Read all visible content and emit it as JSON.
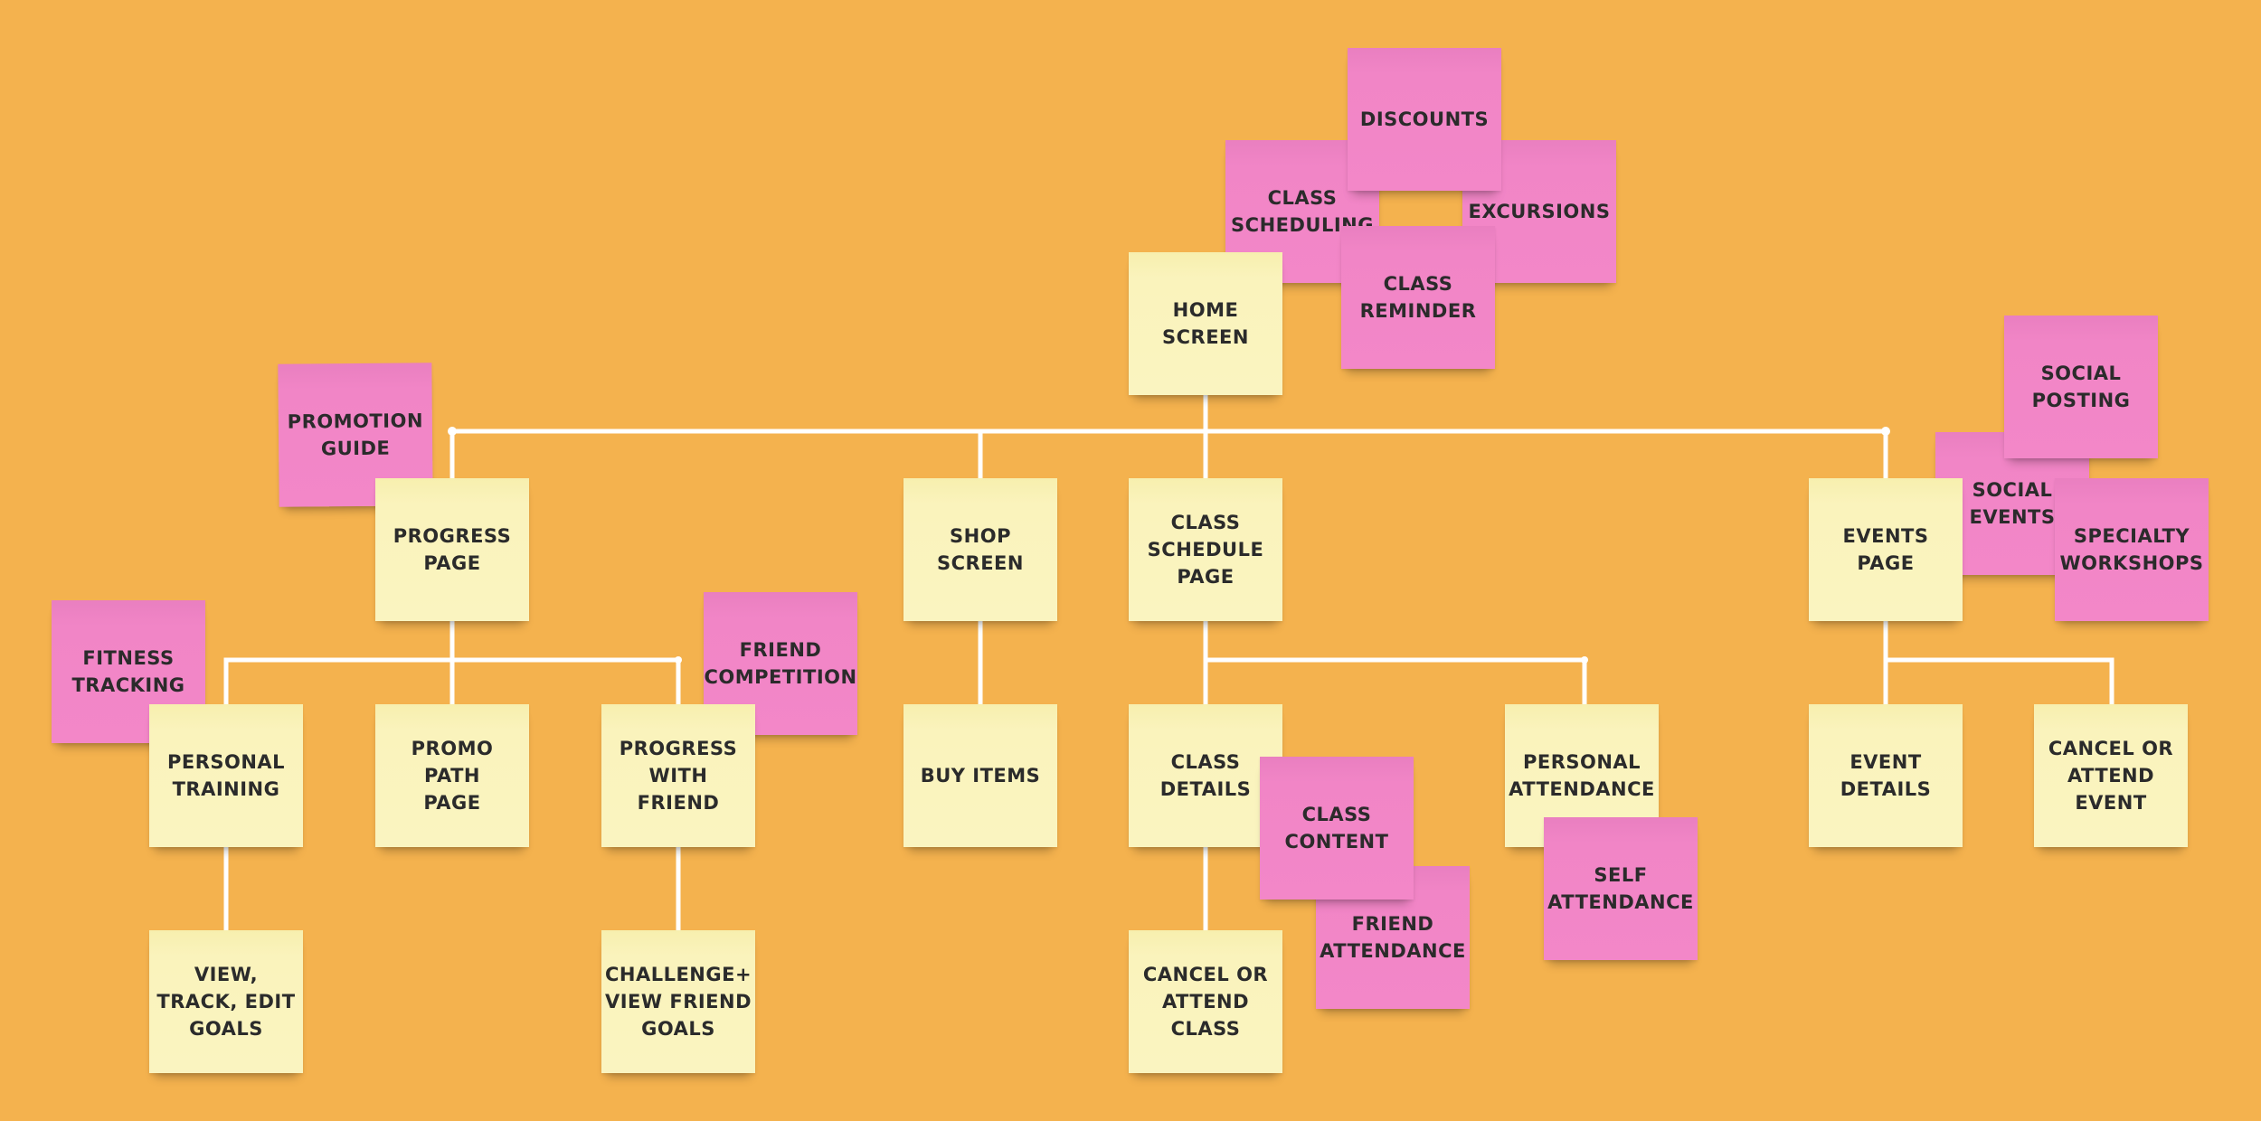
{
  "board": {
    "background_color": "#F4B24E",
    "line_color": "#FFFFFF",
    "yellow_note_color": "#FAF3BC",
    "pink_note_color": "#F387C8"
  },
  "notes": {
    "discounts": {
      "text": "DISCOUNTS",
      "color": "pink"
    },
    "class_scheduling": {
      "text": "CLASS\nSCHEDULING",
      "color": "pink"
    },
    "excursions": {
      "text": "EXCURSIONS",
      "color": "pink"
    },
    "class_reminder": {
      "text": "CLASS\nREMINDER",
      "color": "pink"
    },
    "home_screen": {
      "text": "HOME\nSCREEN",
      "color": "yellow"
    },
    "promotion_guide": {
      "text": "PROMOTION\nGUIDE",
      "color": "pink"
    },
    "progress_page": {
      "text": "PROGRESS\nPAGE",
      "color": "yellow"
    },
    "shop_screen": {
      "text": "SHOP SCREEN",
      "color": "yellow"
    },
    "class_schedule_page": {
      "text": "CLASS\nSCHEDULE\nPAGE",
      "color": "yellow"
    },
    "social_posting": {
      "text": "SOCIAL\nPOSTING",
      "color": "pink"
    },
    "social_events": {
      "text": "SOCIAL\nEVENTS",
      "color": "pink"
    },
    "events_page": {
      "text": "EVENTS PAGE",
      "color": "yellow"
    },
    "specialty_workshops": {
      "text": "SPECIALTY\nWORKSHOPS",
      "color": "pink"
    },
    "fitness_tracking": {
      "text": "FITNESS\nTRACKING",
      "color": "pink"
    },
    "friend_competition": {
      "text": "FRIEND\nCOMPETITION",
      "color": "pink"
    },
    "personal_training": {
      "text": "PERSONAL\nTRAINING",
      "color": "yellow"
    },
    "promo_path_page": {
      "text": "PROMO PATH\nPAGE",
      "color": "yellow"
    },
    "progress_with_friend": {
      "text": "PROGRESS\nWITH FRIEND",
      "color": "yellow"
    },
    "buy_items": {
      "text": "BUY ITEMS",
      "color": "yellow"
    },
    "class_details": {
      "text": "CLASS\nDETAILS",
      "color": "yellow"
    },
    "class_content": {
      "text": "CLASS\nCONTENT",
      "color": "pink"
    },
    "personal_attendance": {
      "text": "PERSONAL\nATTENDANCE",
      "color": "yellow"
    },
    "event_details": {
      "text": "EVENT\nDETAILS",
      "color": "yellow"
    },
    "cancel_or_attend_event": {
      "text": "CANCEL OR\nATTEND\nEVENT",
      "color": "yellow"
    },
    "friend_attendance": {
      "text": "FRIEND\nATTENDANCE",
      "color": "pink"
    },
    "self_attendance": {
      "text": "SELF\nATTENDANCE",
      "color": "pink"
    },
    "view_track_edit_goals": {
      "text": "VIEW,\nTRACK, EDIT\nGOALS",
      "color": "yellow"
    },
    "challenge_view_friend_goals": {
      "text": "CHALLENGE+\nVIEW FRIEND\nGOALS",
      "color": "yellow"
    },
    "cancel_or_attend_class": {
      "text": "CANCEL OR\nATTEND\nCLASS",
      "color": "yellow"
    }
  }
}
